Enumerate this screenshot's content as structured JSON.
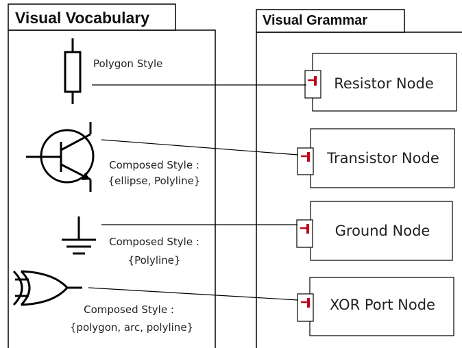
{
  "vocabulary": {
    "title": "Visual Vocabulary",
    "items": [
      {
        "icon": "resistor-icon",
        "label_line1": "Polygon Style",
        "label_line2": ""
      },
      {
        "icon": "transistor-icon",
        "label_line1": "Composed Style :",
        "label_line2": "{ellipse, Polyline}"
      },
      {
        "icon": "ground-icon",
        "label_line1": "Composed Style :",
        "label_line2": "{Polyline}"
      },
      {
        "icon": "xor-gate-icon",
        "label_line1": "Composed Style :",
        "label_line2": "{polygon, arc, polyline}"
      }
    ]
  },
  "grammar": {
    "title": "Visual Grammar",
    "nodes": [
      {
        "label": "Resistor Node"
      },
      {
        "label": "Transistor Node"
      },
      {
        "label": "Ground Node"
      },
      {
        "label": "XOR Port Node"
      }
    ]
  },
  "colors": {
    "line": "#000000",
    "port_accent": "#c0001a",
    "text": "#222222"
  }
}
